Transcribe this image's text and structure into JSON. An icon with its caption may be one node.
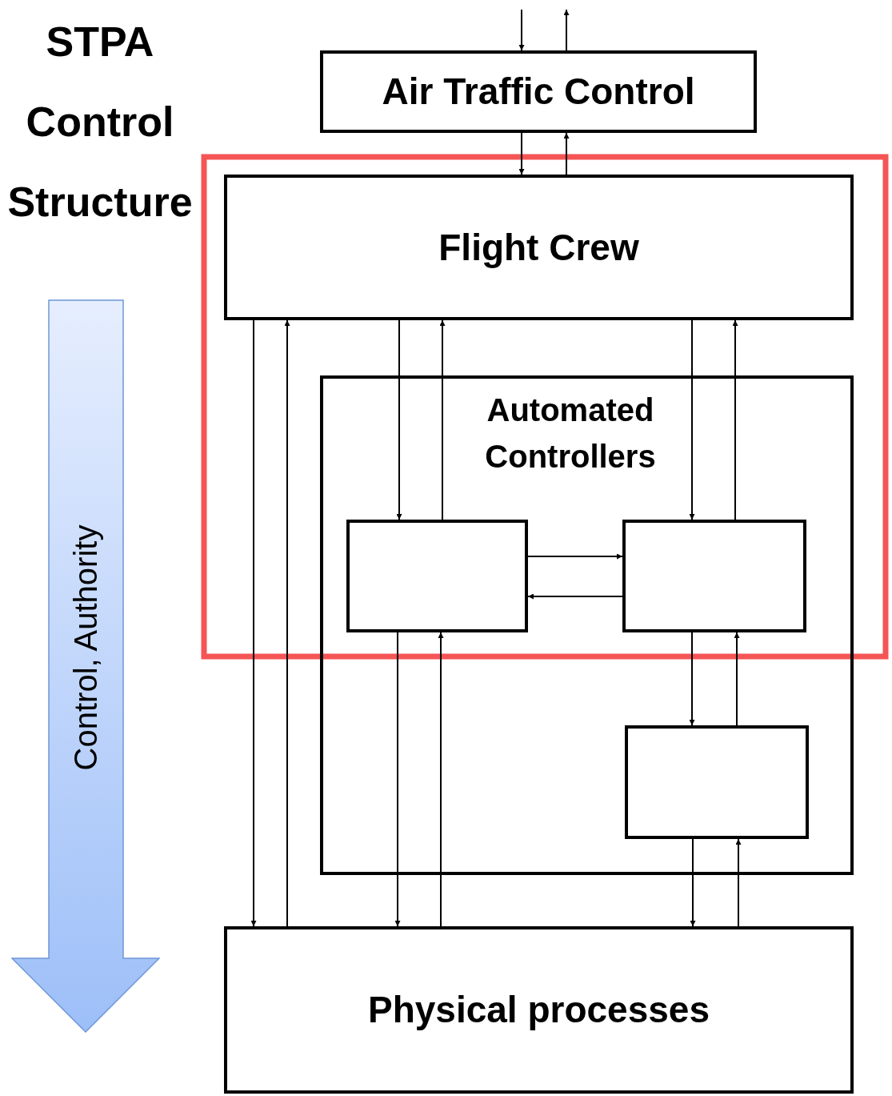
{
  "diagram": {
    "title": "STPA Control Structure",
    "nodes": [
      {
        "text": [
          "Air Traffic Control"
        ]
      },
      {
        "text": [
          "Flight Crew"
        ]
      },
      {
        "text": [
          "Automated Controllers"
        ]
      },
      {
        "text": [],
        "shape": "box",
        "in": 2
      },
      {
        "text": [],
        "shape": "box",
        "in": 2
      },
      {
        "text": [],
        "shape": "box",
        "in": 2
      },
      {
        "text": [
          "Physical processes"
        ]
      },
      {
        "text": [
          "Control, Authority"
        ]
      }
    ],
    "edges": [
      {
        "from": null,
        "to": 0,
        "arrow": "to"
      },
      {
        "from": 0,
        "to": null,
        "arrow": "to"
      },
      {
        "from": 0,
        "to": 1,
        "arrow": "to"
      },
      {
        "from": 1,
        "to": 0,
        "arrow": "to"
      },
      {
        "from": 1,
        "to": 6,
        "arrow": "to"
      },
      {
        "from": 6,
        "to": 1,
        "arrow": "to"
      },
      {
        "from": 1,
        "to": 3,
        "arrow": "to"
      },
      {
        "from": 3,
        "to": 1,
        "arrow": "to"
      },
      {
        "from": 1,
        "to": 4,
        "arrow": "to"
      },
      {
        "from": 4,
        "to": 1,
        "arrow": "to"
      },
      {
        "from": 3,
        "to": 4,
        "arrow": "to"
      },
      {
        "from": 4,
        "to": 3,
        "arrow": "to"
      },
      {
        "from": 3,
        "to": 6,
        "arrow": "to"
      },
      {
        "from": 6,
        "to": 3,
        "arrow": "to"
      },
      {
        "from": 4,
        "to": 5,
        "arrow": "to"
      },
      {
        "from": 5,
        "to": 4,
        "arrow": "to"
      },
      {
        "from": 5,
        "to": 6,
        "arrow": "to"
      },
      {
        "from": 6,
        "to": 5,
        "arrow": "to"
      }
    ]
  }
}
